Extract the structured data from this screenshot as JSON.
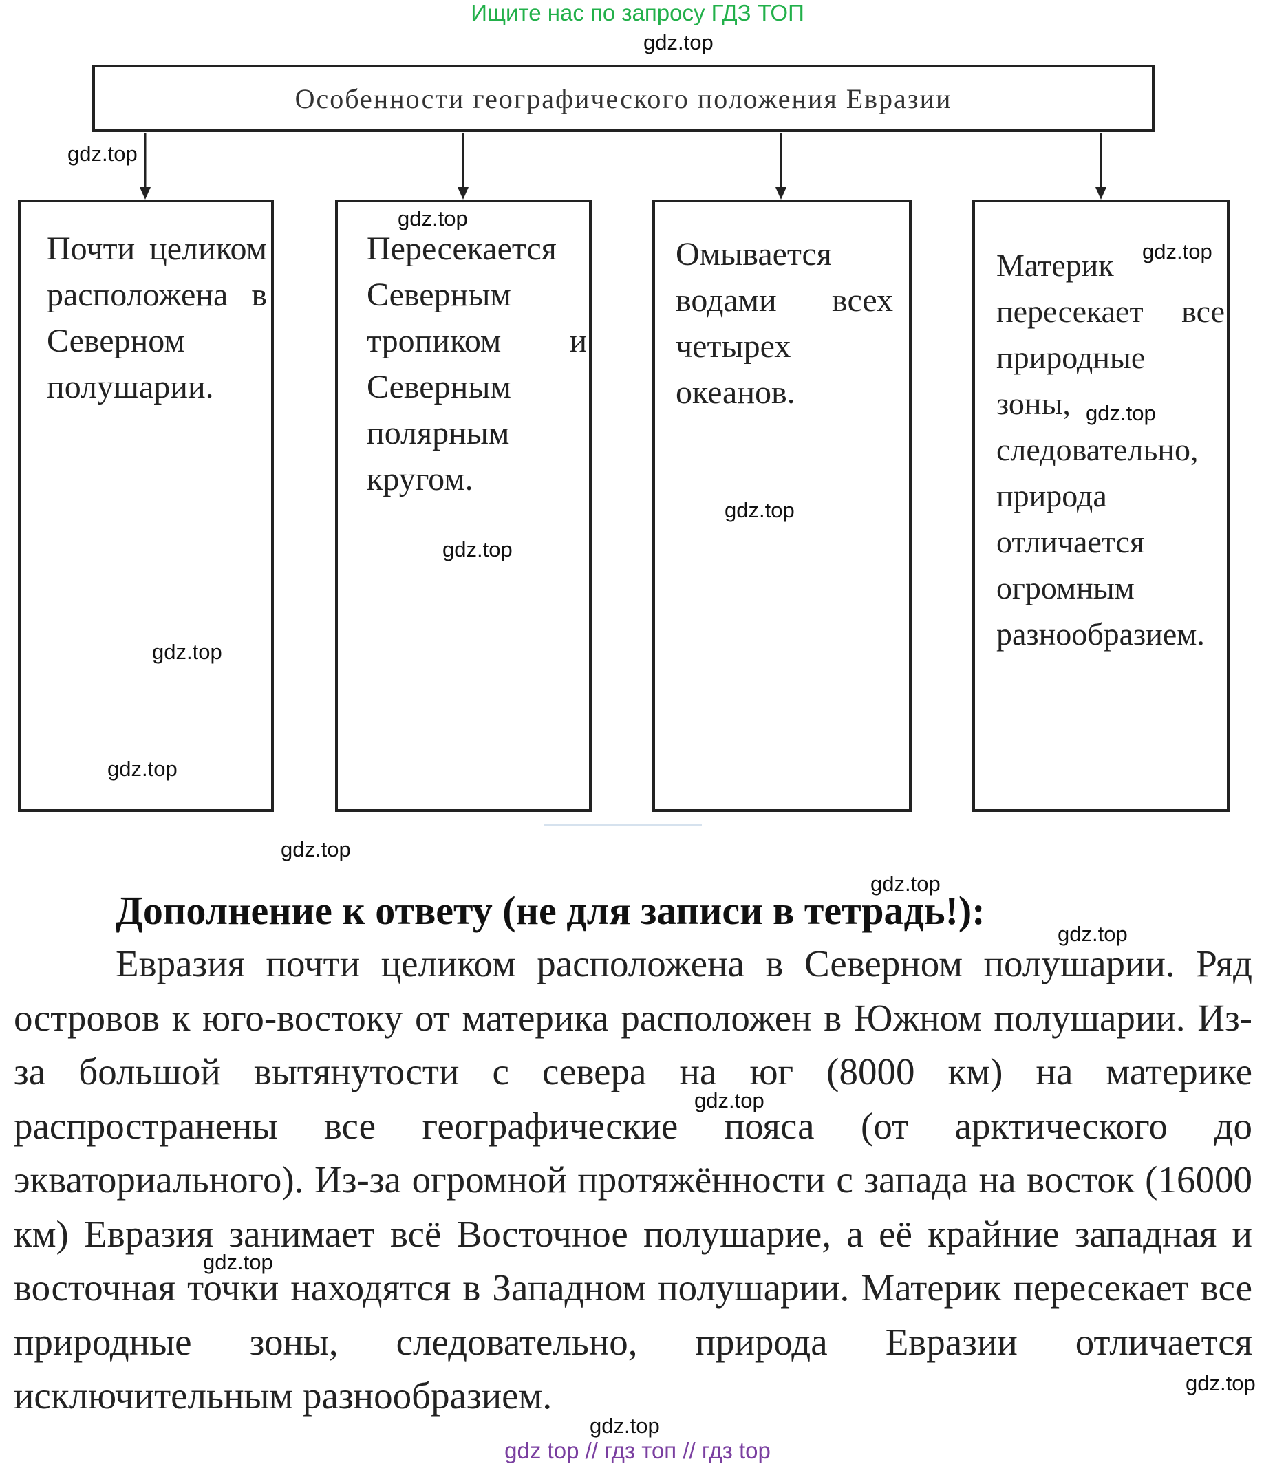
{
  "top_banner": "Ищите нас по запросу ГДЗ ТОП",
  "watermark": "gdz.top",
  "diagram": {
    "header": "Особенности географического положения Евразии",
    "columns": [
      {
        "text": "Почти целиком расположена в Северном полушарии."
      },
      {
        "text": "Пересекается Северным тропиком и Северным полярным кругом."
      },
      {
        "text": "Омывается водами всех четырех океанов."
      },
      {
        "text": "Материк пересекает все природные зоны, следовательно, природа отличается огромным разнообразием."
      }
    ]
  },
  "addendum": {
    "title": "Дополнение к ответу (не для записи в тетрадь!):",
    "paragraph": "Евразия почти целиком расположена в Северном полушарии. Ряд островов к юго-востоку от материка расположен в Южном полушарии. Из-за большой вытянутости с севера на юг (8000 км) на материке распространены все географические пояса (от арктического до экваториального). Из-за огромной протяжённости с запада на восток (16000 км) Евразия занимает всё Восточное полушарие, а её крайние западная и восточная точки находятся в Западном полушарии. Материк пересекает все природные зоны, следовательно, природа Евразии отличается исключительным разнообразием."
  },
  "footer": "gdz top  //  гдз топ  //  гдз top"
}
